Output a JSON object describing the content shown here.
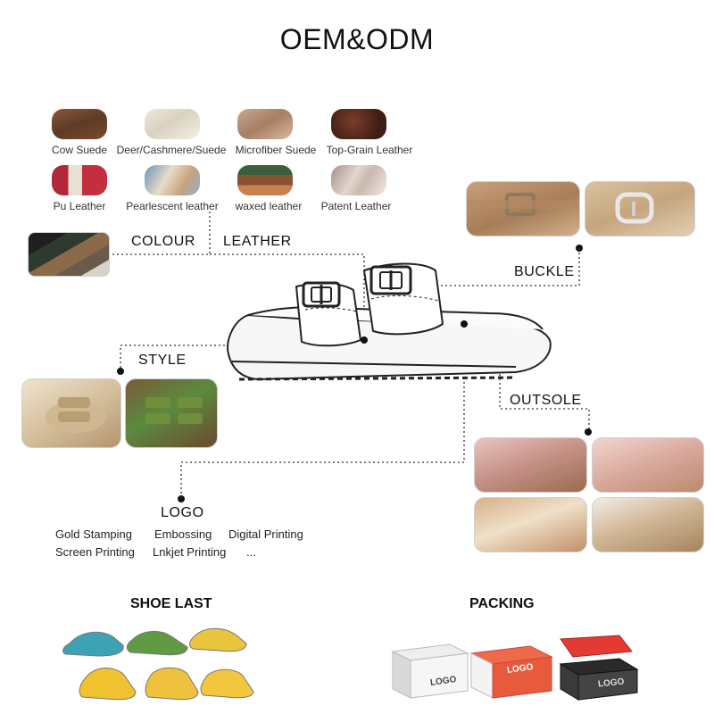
{
  "title": "OEM&ODM",
  "leather_materials": [
    {
      "label": "Cow Suede"
    },
    {
      "label": "Deer/Cashmere/Suede"
    },
    {
      "label": "Microfiber Suede"
    },
    {
      "label": "Top-Grain Leather"
    },
    {
      "label": "Pu Leather"
    },
    {
      "label": "Pearlescent leather"
    },
    {
      "label": "waxed leather"
    },
    {
      "label": "Patent Leather"
    }
  ],
  "sections": {
    "colour": "COLOUR",
    "leather": "LEATHER",
    "buckle": "BUCKLE",
    "style": "STYLE",
    "outsole": "OUTSOLE",
    "logo": "LOGO",
    "shoe_last": "SHOE LAST",
    "packing": "PACKING"
  },
  "logo_options": [
    "Gold Stamping",
    "Embossing",
    "Digital Printing",
    "Screen Printing",
    "Lnkjet Printing",
    "..."
  ],
  "packing_box_text": [
    "LOGO",
    "LOGO",
    "LOGO"
  ]
}
